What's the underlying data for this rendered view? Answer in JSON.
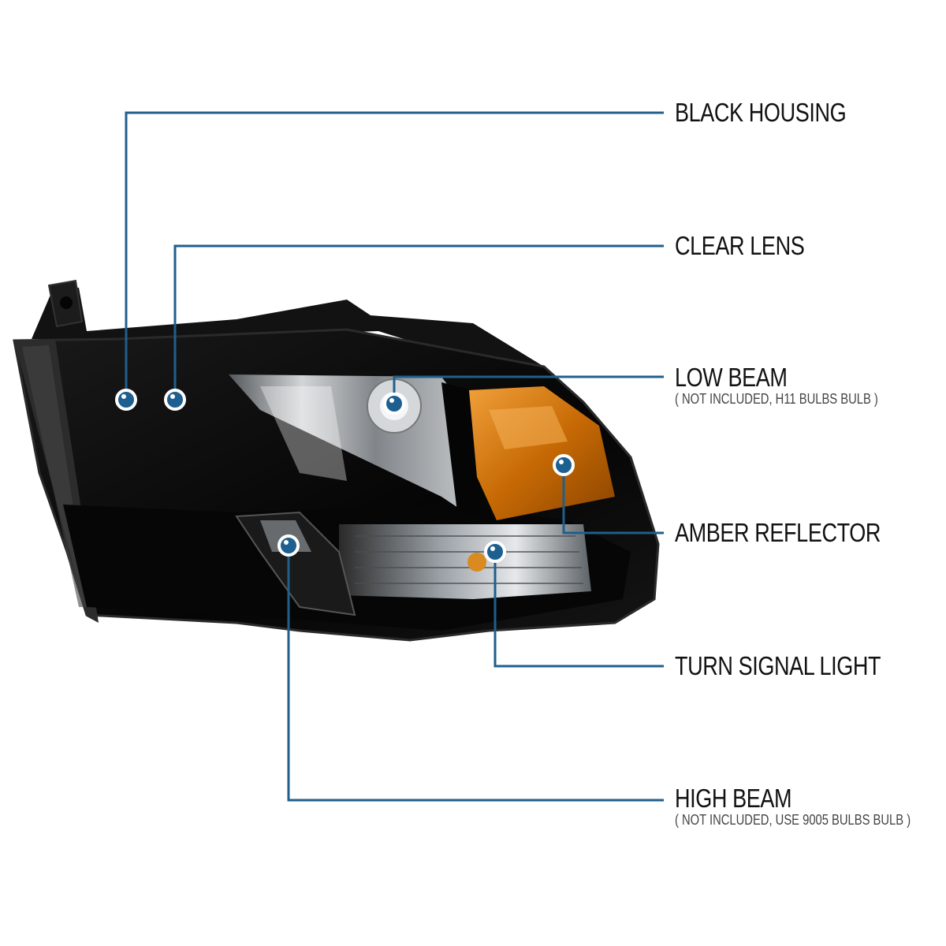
{
  "callouts": [
    {
      "id": "black-housing",
      "title": "BLACK HOUSING",
      "note": ""
    },
    {
      "id": "clear-lens",
      "title": "CLEAR LENS",
      "note": ""
    },
    {
      "id": "low-beam",
      "title": "LOW BEAM",
      "note": "( NOT INCLUDED, H11 BULBS BULB )"
    },
    {
      "id": "amber-reflector",
      "title": "AMBER REFLECTOR",
      "note": ""
    },
    {
      "id": "turn-signal-light",
      "title": "TURN SIGNAL LIGHT",
      "note": ""
    },
    {
      "id": "high-beam",
      "title": "HIGH BEAM",
      "note": "( NOT INCLUDED, USE 9005 BULBS BULB )"
    }
  ],
  "colors": {
    "leader_line": "#1f5f8c",
    "marker_fill": "#1d5f8f",
    "housing": "#0b0b0b",
    "amber": "#c7700a",
    "chrome": "#bfc3c7"
  },
  "icons": {
    "marker": "callout-dot-icon",
    "product": "headlight-assembly-image"
  }
}
